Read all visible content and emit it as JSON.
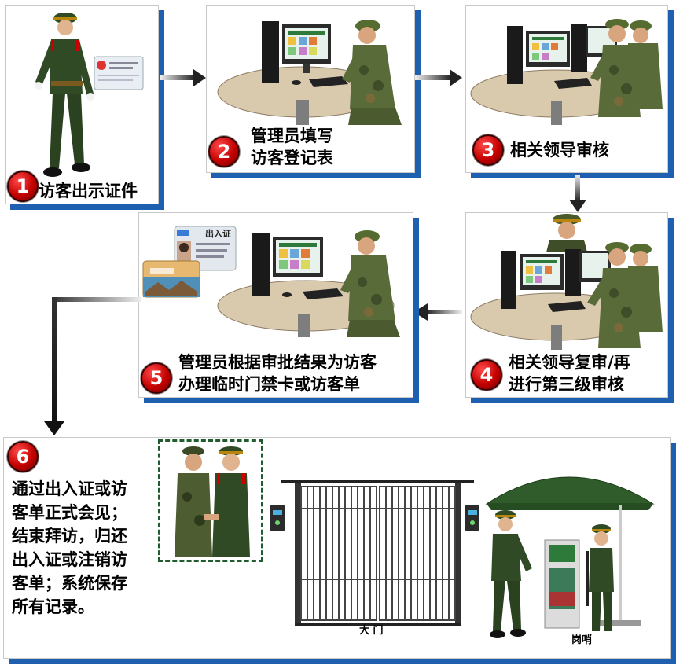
{
  "steps": [
    {
      "num": "1",
      "caption": "访客出示证件"
    },
    {
      "num": "2",
      "caption_line1": "管理员填写",
      "caption_line2": "访客登记表"
    },
    {
      "num": "3",
      "caption": "相关领导审核"
    },
    {
      "num": "4",
      "caption_line1": "相关领导复审/再",
      "caption_line2": "进行第三级审核"
    },
    {
      "num": "5",
      "caption_line1": "管理员根据审批结果为访客",
      "caption_line2": "办理临时门禁卡或访客单"
    },
    {
      "num": "6",
      "lines": [
        "通过出入证或访",
        "客单正式会见；",
        "结束拜访，归还",
        "出入证或注销访",
        "客单；系统保存",
        "所有记录。"
      ]
    }
  ],
  "labels": {
    "gate": "大 门",
    "sentry": "岗哨",
    "pass_card": "出入证"
  },
  "colors": {
    "panel_shadow": "#1e5fb0",
    "badge_red": "#c40000",
    "arrow_dark": "#222222",
    "uniform_green": "#2f4a25"
  },
  "icons": [
    "soldier-icon",
    "id-card-icon",
    "computer-icon",
    "desk-icon",
    "officer-icon",
    "handshake-icon",
    "gate-icon",
    "card-reader-icon",
    "umbrella-icon",
    "kiosk-icon"
  ]
}
